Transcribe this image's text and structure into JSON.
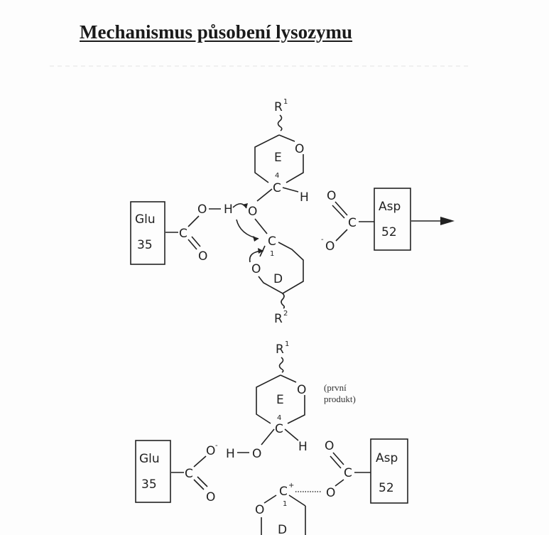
{
  "title": "Mechanismus působení lysozymu",
  "reactants": {
    "r1": "R",
    "r1_sup": "1",
    "ring_e": "E",
    "ring_o": "O",
    "c4": "C",
    "c4_num": "4",
    "h": "H",
    "glu_name": "Glu",
    "glu_num": "35",
    "glu_c": "C",
    "glu_o_top": "O",
    "glu_h": "H",
    "glu_o_bottom": "O",
    "bridge_o": "O",
    "c1": "C",
    "c1_num": "1",
    "ring_d_o": "O",
    "ring_d": "D",
    "r2": "R",
    "r2_sup": "2",
    "asp_o_top": "O",
    "asp_c": "C",
    "asp_o_bottom": "O",
    "asp_minus": "-",
    "asp_name": "Asp",
    "asp_num": "52"
  },
  "products": {
    "r1": "R",
    "r1_sup": "1",
    "ring_e": "E",
    "ring_o": "O",
    "note_line1": "(první",
    "note_line2": "produkt)",
    "c4": "C",
    "c4_num": "4",
    "h": "H",
    "glu_name": "Glu",
    "glu_num": "35",
    "glu_c": "C",
    "glu_o_top": "O",
    "glu_minus": "-",
    "glu_o_bottom": "O",
    "oh_h": "H",
    "oh_o": "O",
    "asp_o_top": "O",
    "asp_c": "C",
    "asp_o": "O",
    "asp_name": "Asp",
    "asp_num": "52",
    "cation_c": "C",
    "cation_plus": "+",
    "cation_num": "1",
    "ring_d": "D"
  }
}
